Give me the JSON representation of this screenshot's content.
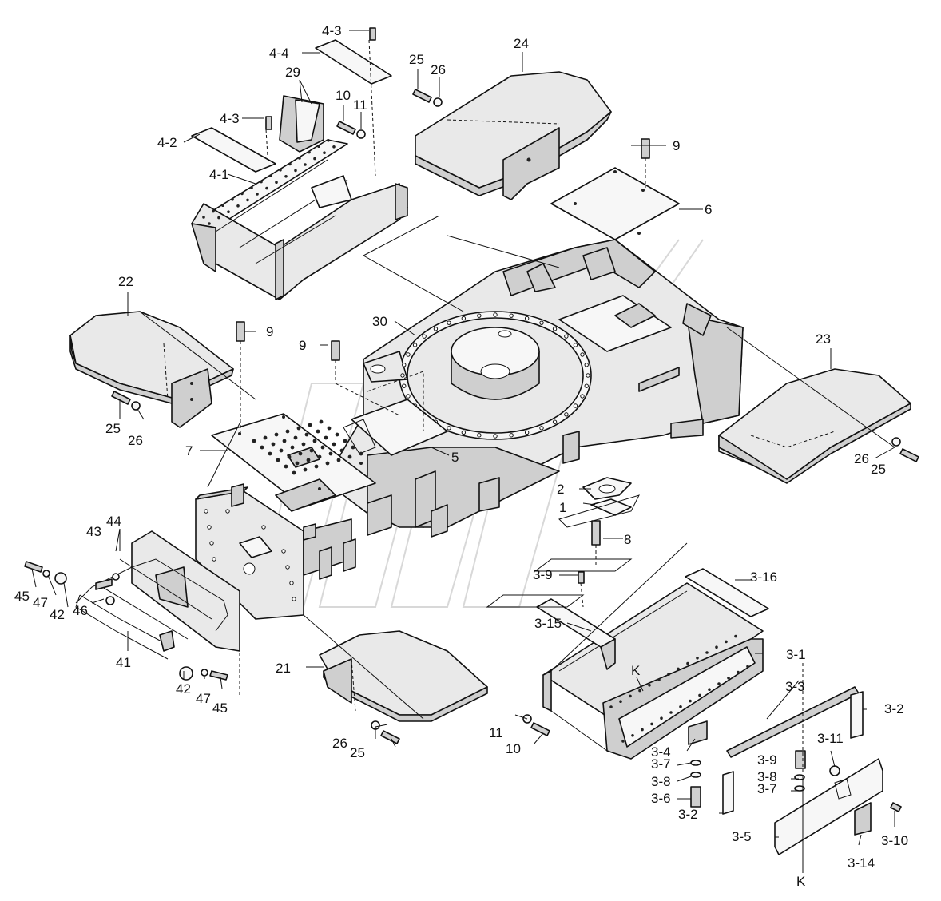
{
  "callouts": {
    "c4_3a": "4-3",
    "c4_4": "4-4",
    "c29": "29",
    "c25a": "25",
    "c26a": "26",
    "c24": "24",
    "c10a": "10",
    "c11a": "11",
    "c4_3b": "4-3",
    "c4_2": "4-2",
    "c4_1": "4-1",
    "c9a": "9",
    "c6": "6",
    "c22": "22",
    "c9b": "9",
    "c30": "30",
    "c9c": "9",
    "c23": "23",
    "c25b": "25",
    "c26b": "26",
    "c7": "7",
    "c5": "5",
    "c26c": "26",
    "c25c": "25",
    "c2": "2",
    "c1": "1",
    "c8": "8",
    "c43": "43",
    "c44": "44",
    "c45a": "45",
    "c47a": "47",
    "c42a": "42",
    "c46": "46",
    "c41": "41",
    "c3_9a": "3-9",
    "c3_16": "3-16",
    "c3_15": "3-15",
    "c3_1": "3-1",
    "c21": "21",
    "cKa": "K",
    "c42b": "42",
    "c47b": "47",
    "c45b": "45",
    "c3_3": "3-3",
    "c3_2a": "3-2",
    "c11b": "11",
    "c10b": "10",
    "c26d": "26",
    "c25d": "25",
    "c3_4": "3-4",
    "c3_7a": "3-7",
    "c3_8a": "3-8",
    "c3_6": "3-6",
    "c3_11": "3-11",
    "c3_9b": "3-9",
    "c3_8b": "3-8",
    "c3_7b": "3-7",
    "c3_2b": "3-2",
    "c3_5": "3-5",
    "c3_10": "3-10",
    "c3_14": "3-14",
    "cKb": "K"
  }
}
